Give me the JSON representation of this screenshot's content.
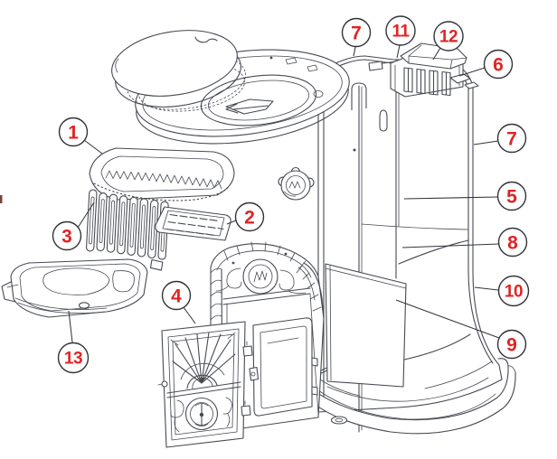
{
  "diagram": {
    "kind": "exploded-parts-line-drawing",
    "background": "#ffffff",
    "ink_color": "#474a52",
    "callout_style": {
      "number_color": "#e02424",
      "circle_fill": "#ffffff",
      "circle_border": "#303236"
    },
    "callouts": [
      {
        "label": "1"
      },
      {
        "label": "2"
      },
      {
        "label": "3"
      },
      {
        "label": "4"
      },
      {
        "label": "5"
      },
      {
        "label": "6"
      },
      {
        "label": "7"
      },
      {
        "label": "7"
      },
      {
        "label": "8"
      },
      {
        "label": "9"
      },
      {
        "label": "10"
      },
      {
        "label": "11"
      },
      {
        "label": "12"
      },
      {
        "label": "13"
      }
    ]
  }
}
